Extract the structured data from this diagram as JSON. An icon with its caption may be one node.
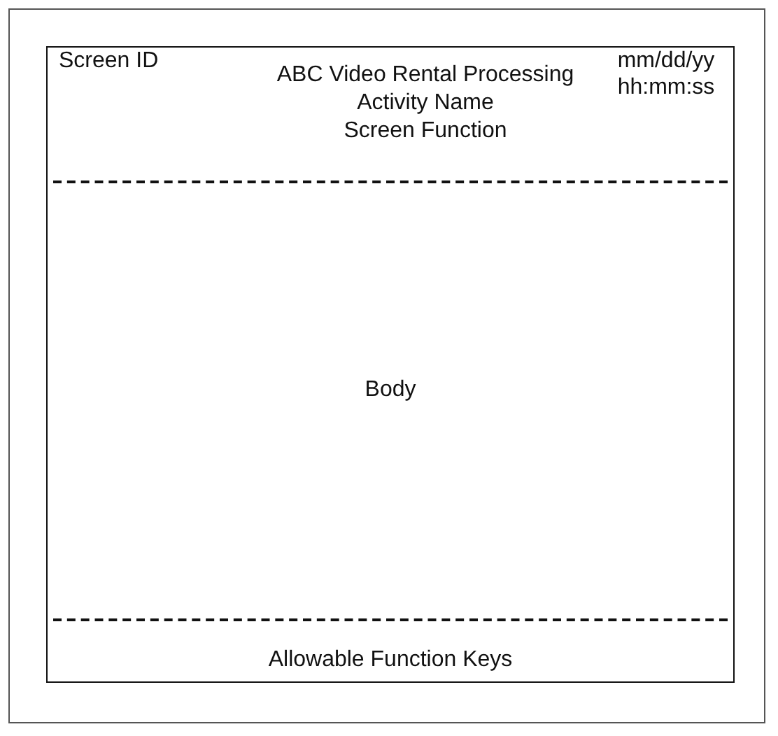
{
  "diagram": {
    "nodes": [
      {
        "text": [
          "Screen ID",
          "ABC Video Rental Processing",
          "Activity Name",
          "Screen Function",
          "mm/dd/yy hh:mm:ss",
          "Body",
          "Allowable Function Keys"
        ]
      }
    ]
  }
}
